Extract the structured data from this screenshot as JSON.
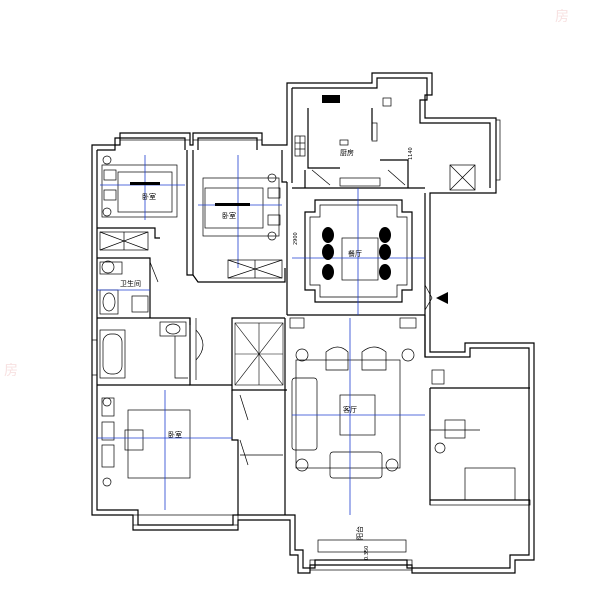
{
  "rooms": {
    "master_bedroom": "卧室",
    "second_bedroom": "卧室",
    "bathroom": "卫生间",
    "kitchen": "厨房",
    "dining": "餐厅",
    "living": "客厅",
    "bedroom_lower": "卧室",
    "balcony": "阳台"
  },
  "dimensions": {
    "balcony_elev": "0.350",
    "kitchen_dim": "1140",
    "dining_dim": "2900"
  },
  "watermarks": [
    "房",
    "房"
  ]
}
